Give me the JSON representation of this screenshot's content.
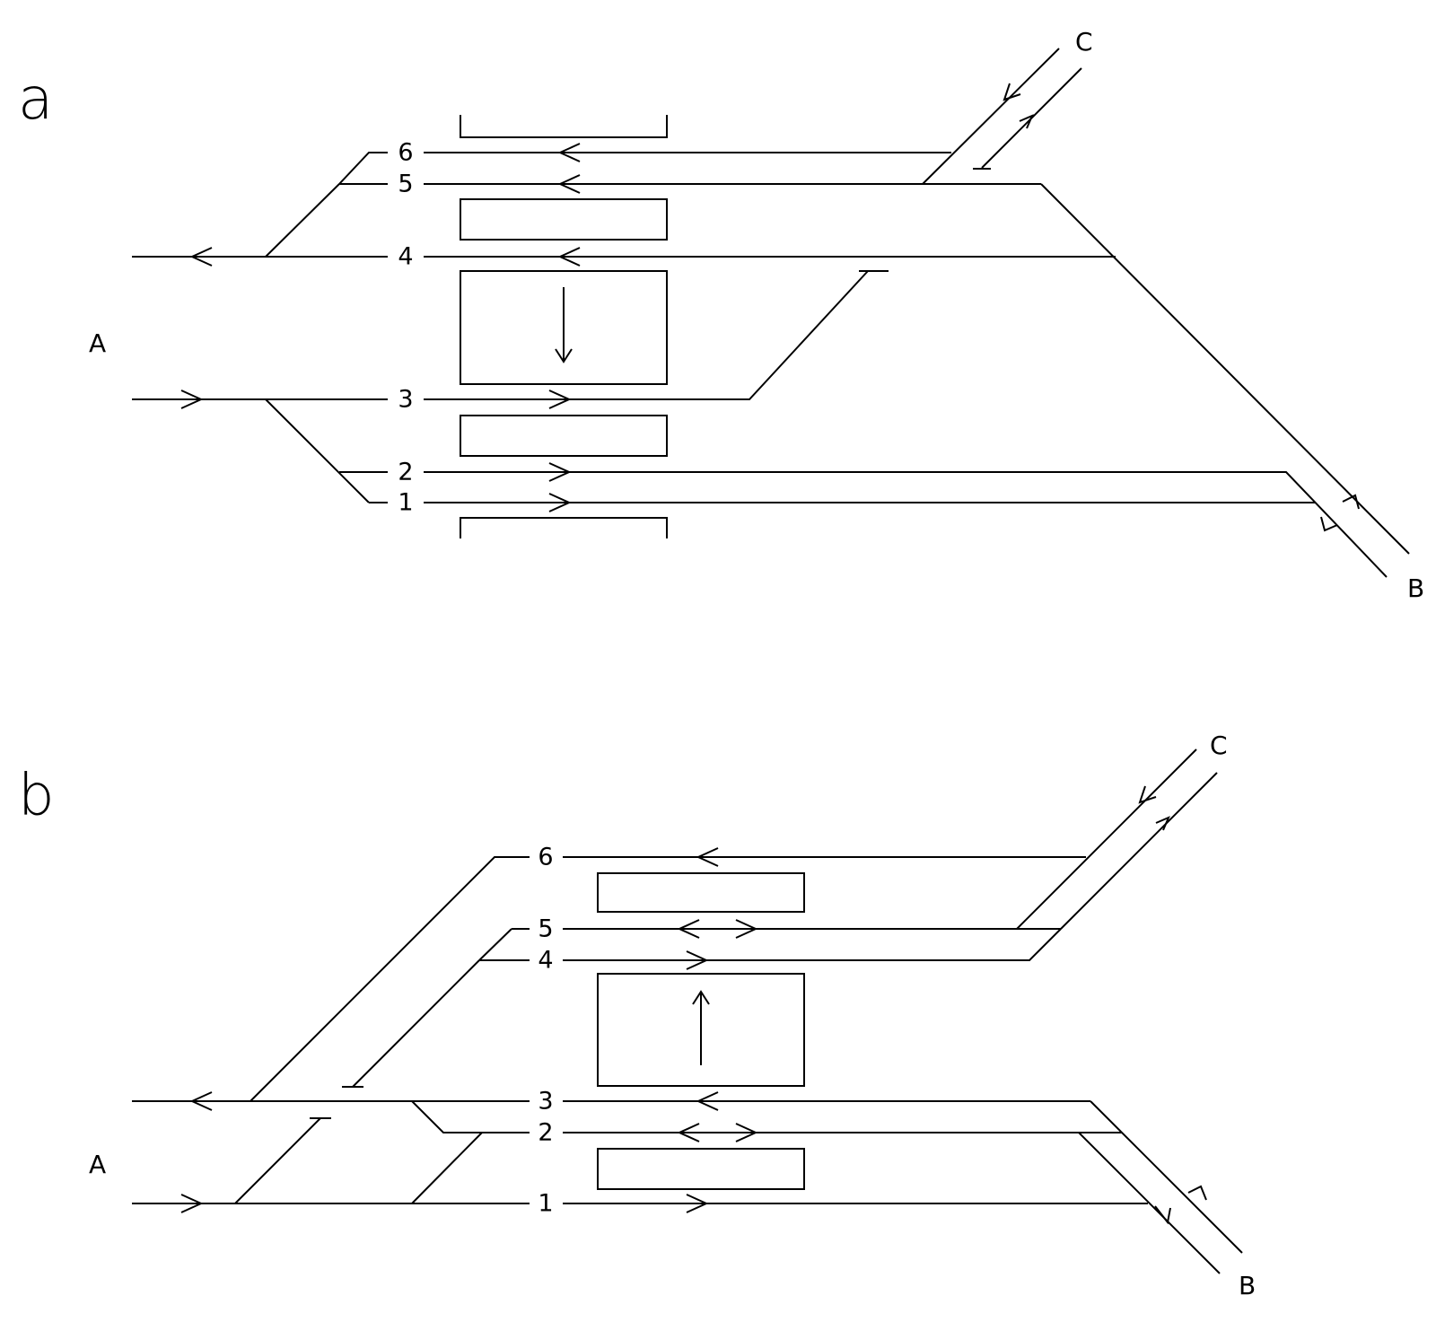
{
  "panels": [
    {
      "letter": "a",
      "endpoint_a": "A",
      "endpoint_b": "B",
      "endpoint_c": "C",
      "tracks": [
        "1",
        "2",
        "3",
        "4",
        "5",
        "6"
      ]
    },
    {
      "letter": "b",
      "endpoint_a": "A",
      "endpoint_b": "B",
      "endpoint_c": "C",
      "tracks": [
        "1",
        "2",
        "3",
        "4",
        "5",
        "6"
      ]
    }
  ]
}
